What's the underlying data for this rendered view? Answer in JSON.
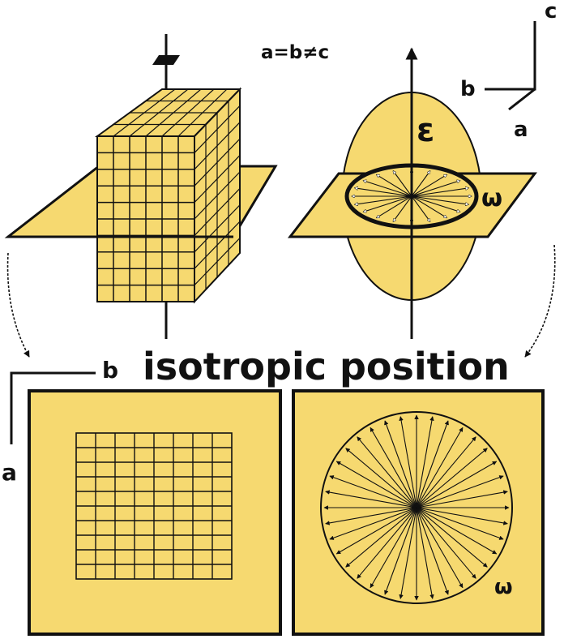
{
  "equation": "a=b≠c",
  "axes": {
    "c": "c",
    "b": "b",
    "a": "a"
  },
  "symbols": {
    "epsilon": "ε",
    "omega": "ω"
  },
  "title": "isotropic position",
  "bottom_axes": {
    "b": "b",
    "a": "a"
  },
  "grid": {
    "rows": 10,
    "cols": 8
  },
  "rays": 36,
  "colors": {
    "fill": "#f6d970",
    "stroke": "#111111"
  }
}
